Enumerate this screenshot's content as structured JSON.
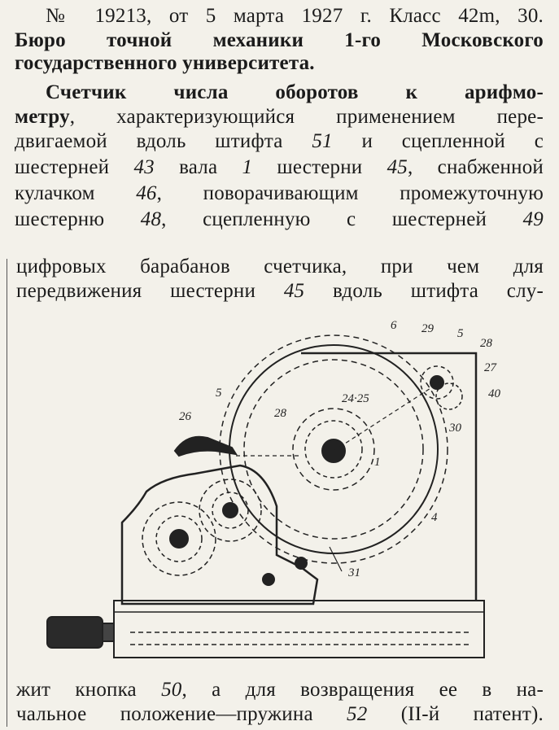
{
  "patent": {
    "header_line": "№ 19213, от 5 марта 1927 г. Класс 42m, 30.",
    "assignee_line1": "Бюро точной механики 1-го Московского",
    "assignee_line2": "государственного университета."
  },
  "claim": {
    "l1_bold": "Счетчик числа оборотов к арифмо-",
    "l2_bold": "метру",
    "l2_rest": ", характеризующийся применением пере-",
    "l3_a": "двигаемой вдоль штифта ",
    "l3_n": "51",
    "l3_b": " и сцепленной с",
    "l4_a": "шестерней ",
    "l4_n1": "43",
    "l4_b": " вала ",
    "l4_n2": "1",
    "l4_c": " шестерни ",
    "l4_n3": "45",
    "l4_d": ", снабженной",
    "l5_a": "кулачком ",
    "l5_n": "46",
    "l5_b": ", поворачивающим промежуточную",
    "l6_a": "шестерню ",
    "l6_n1": "48",
    "l6_b": ", сцепленную с шестерней ",
    "l6_n2": "49",
    "l7": "цифровых барабанов счетчика, при чем для",
    "l8_a": "передвижения шестерни ",
    "l8_n": "45",
    "l8_b": " вдоль штифта слу-",
    "l9_a": "жит кнопка ",
    "l9_n1": "50",
    "l9_b": ", а для возвращения ее в на-",
    "l10_a": "чальное положение—пружина ",
    "l10_n": "52",
    "l10_b": " (II-й патент)."
  },
  "figure_labels": {
    "l6": "6",
    "l29": "29",
    "l5a": "5",
    "l28": "28",
    "l27": "27",
    "l40": "40",
    "l5b": "5",
    "l2425": "24·25",
    "l26": "26",
    "l28b": "28",
    "l30": "30",
    "l1": "1",
    "l4": "4",
    "l31": "31"
  }
}
